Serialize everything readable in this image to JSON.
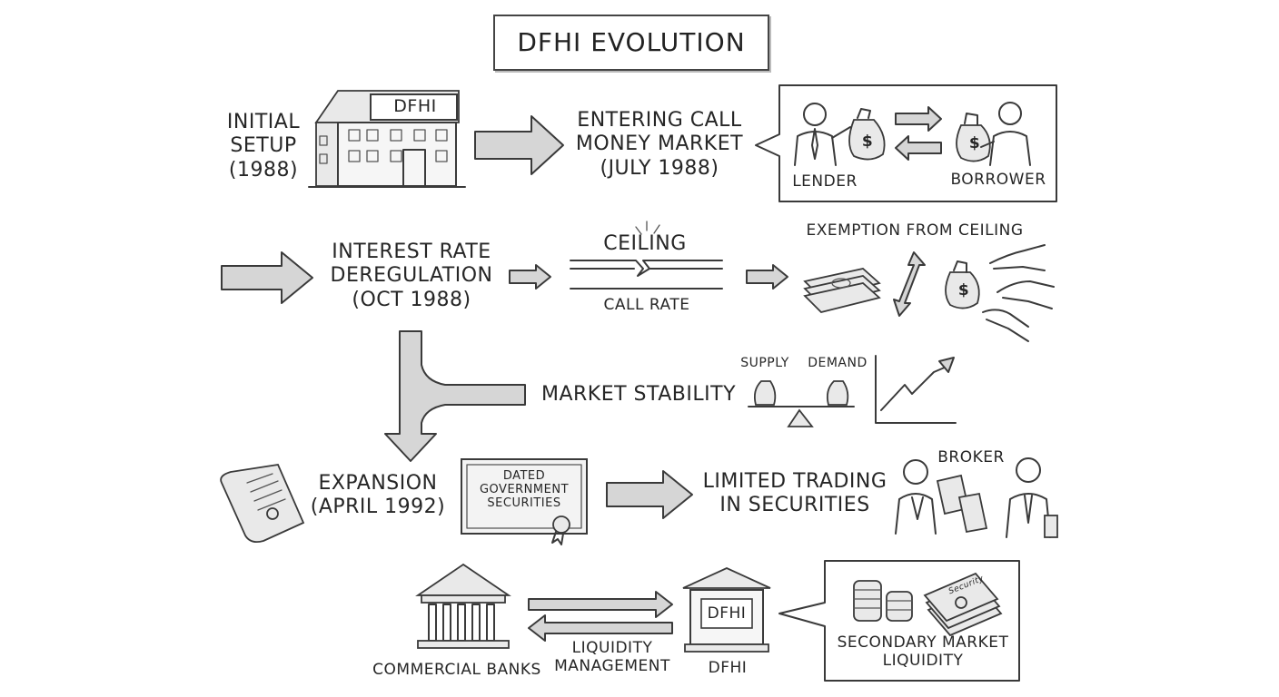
{
  "title": "DFHI EVOLUTION",
  "row1": {
    "initial_setup": [
      "INITIAL",
      "SETUP",
      "(1988)"
    ],
    "building_sign": "DFHI",
    "call_money": [
      "ENTERING CALL",
      "MONEY MARKET",
      "(JULY 1988)"
    ],
    "lender": "LENDER",
    "borrower": "BORROWER",
    "dollar": "$"
  },
  "row2": {
    "deregulation": [
      "INTEREST RATE",
      "DEREGULATION",
      "(OCT 1988)"
    ],
    "ceiling": "CEILING",
    "call_rate": "CALL RATE",
    "exemption": "EXEMPTION FROM CEILING"
  },
  "row3": {
    "market_stability": "MARKET STABILITY",
    "supply": "SUPPLY",
    "demand": "DEMAND"
  },
  "row4": {
    "expansion": [
      "EXPANSION",
      "(APRIL 1992)"
    ],
    "certificate": [
      "DATED",
      "GOVERNMENT",
      "SECURITIES"
    ],
    "limited_trading": [
      "LIMITED TRADING",
      "IN SECURITIES"
    ],
    "broker": "BROKER"
  },
  "row5": {
    "commercial_banks": "COMMERCIAL BANKS",
    "liquidity_management": [
      "LIQUIDITY",
      "MANAGEMENT"
    ],
    "dfhi_sign": "DFHI",
    "dfhi_label": "DFHI",
    "secondary_market": [
      "SECONDARY MARKET",
      "LIQUIDITY"
    ],
    "security_doc": "Security"
  }
}
